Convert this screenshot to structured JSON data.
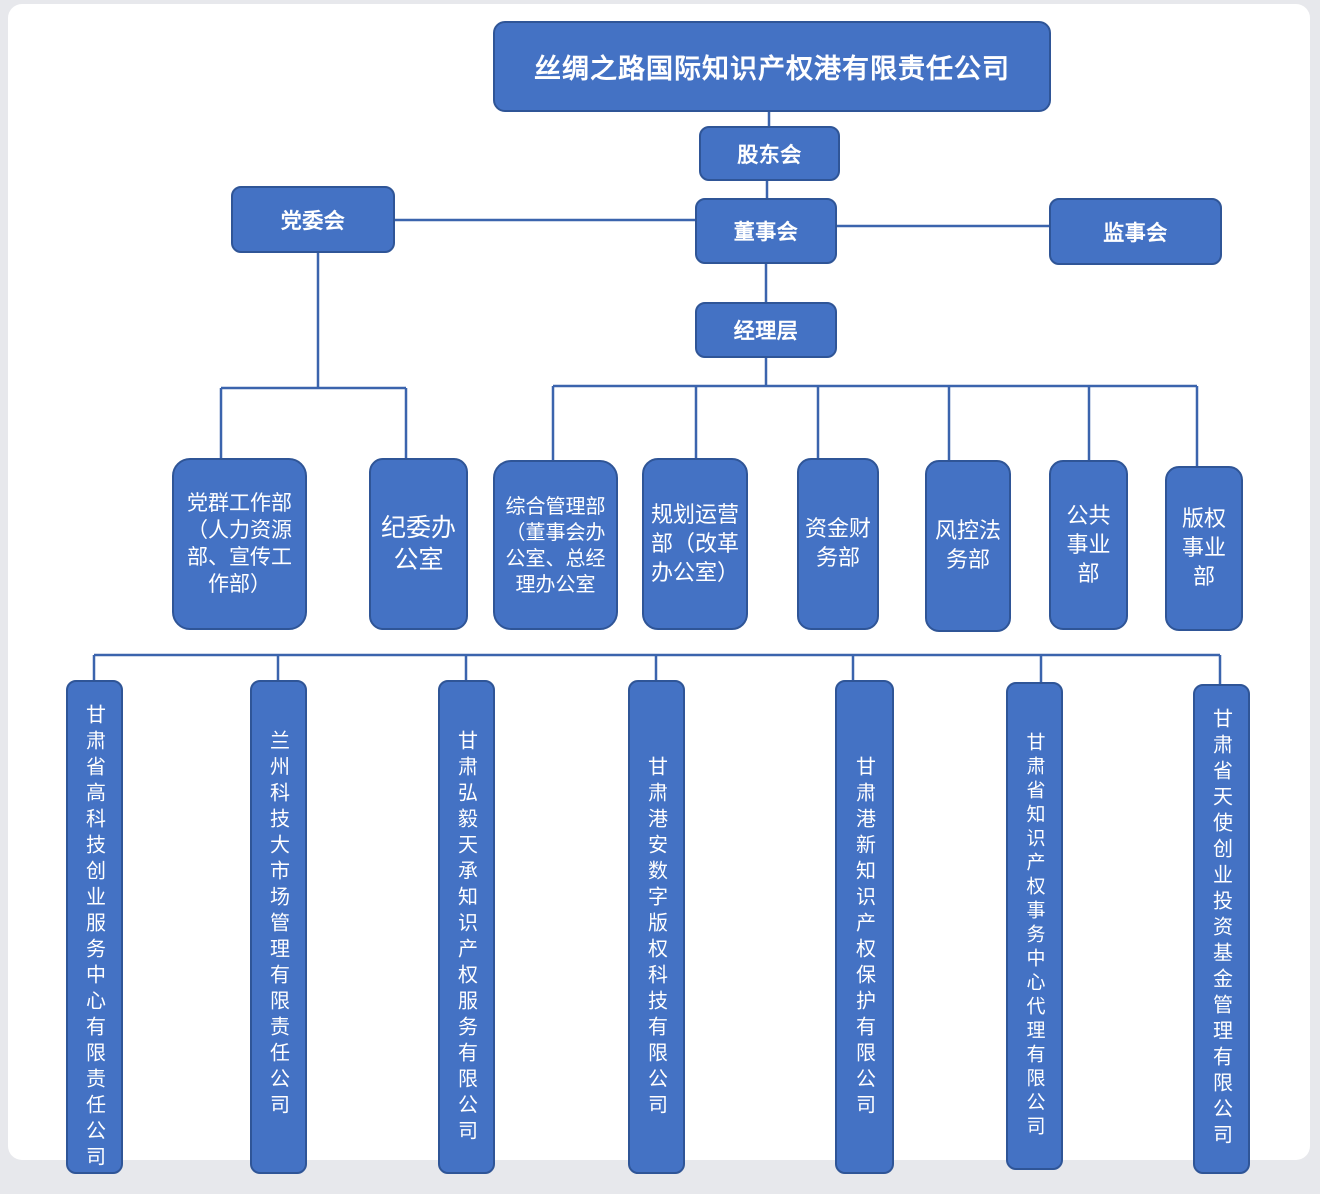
{
  "company": "丝绸之路国际知识产权港有限责任公司",
  "shareholders": "股东会",
  "board": "董事会",
  "party_committee": "党委会",
  "supervisors": "监事会",
  "management": "经理层",
  "party_departments": [
    "党群工作部（人力资源部、宣传工作部）",
    "纪委办公室"
  ],
  "management_departments": [
    "综合管理部（董事会办公室、总经理办公室",
    "规划运营部（改革办公室）",
    "资金财务部",
    "风控法务部",
    "公共事业部",
    "版权事业部"
  ],
  "subsidiaries": [
    "甘肃省高科技创业服务中心有限责任公司",
    "兰州科技大市场管理有限责任公司",
    "甘肃弘毅天承知识产权服务有限公司",
    "甘肃港安数字版权科技有限公司",
    "甘肃港新知识产权保护有限公司",
    "甘肃省知识产权事务中心代理有限公司",
    "甘肃省天使创业投资基金管理有限公司"
  ],
  "colors": {
    "box_fill": "#4472c4",
    "box_border": "#2f5597",
    "line": "#3b64ad"
  }
}
